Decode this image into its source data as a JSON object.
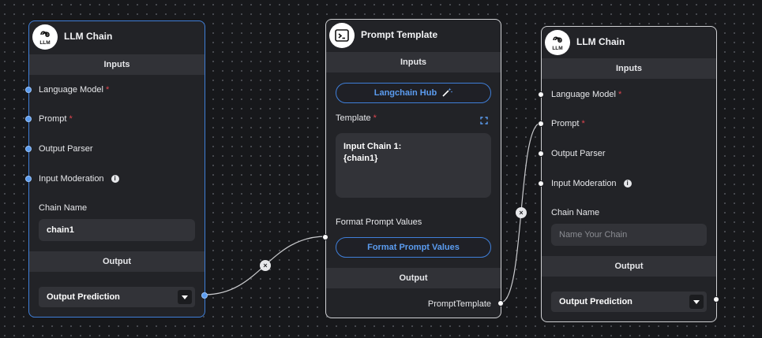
{
  "nodes": {
    "llm1": {
      "title": "LLM Chain",
      "inputs_label": "Inputs",
      "params": [
        "Language Model",
        "Prompt",
        "Output Parser",
        "Input Moderation"
      ],
      "required": "*",
      "chain_name_label": "Chain Name",
      "chain_name_value": "chain1",
      "output_label": "Output",
      "output_select": "Output Prediction"
    },
    "prompt": {
      "title": "Prompt Template",
      "inputs_label": "Inputs",
      "hub_button": "Langchain Hub",
      "template_label": "Template",
      "required": "*",
      "template_text": "Input Chain 1:\n{chain1}",
      "format_label": "Format Prompt Values",
      "format_button": "Format Prompt Values",
      "output_label": "Output",
      "output_name": "PromptTemplate"
    },
    "llm2": {
      "title": "LLM Chain",
      "inputs_label": "Inputs",
      "params": [
        "Language Model",
        "Prompt",
        "Output Parser",
        "Input Moderation"
      ],
      "required": "*",
      "chain_name_label": "Chain Name",
      "chain_name_placeholder": "Name Your Chain",
      "output_label": "Output",
      "output_select": "Output Prediction"
    }
  },
  "icons": {
    "llm": "llm-chain-icon",
    "prompt": "terminal-icon",
    "info": "info-icon",
    "wand": "magic-wand-icon",
    "expand": "expand-icon",
    "dropdown": "chevron-down-icon",
    "edge_delete": "close-icon"
  },
  "edge_delete_glyph": "×",
  "colors": {
    "canvas": "#17181b",
    "node_bg": "#222327",
    "accent": "#3f7fd9",
    "required": "#e0454f"
  }
}
